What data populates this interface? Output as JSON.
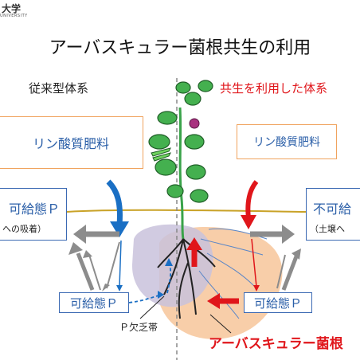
{
  "logo": {
    "text": "大学",
    "subtext": "UNIVERSITY"
  },
  "title": "アーバスキュラー菌根共生の利用",
  "left_panel": {
    "heading": "従来型体系",
    "fertilizer_box": "リン酸質肥料",
    "unavailable_p": "可給態Ｐ",
    "unavailable_p_note": "への吸着）",
    "available_p": "可給態Ｐ",
    "deficiency_zone": "Ｐ欠乏帯"
  },
  "right_panel": {
    "heading": "共生を利用した体系",
    "fertilizer_box": "リン酸質肥料",
    "unavailable_p": "不可給",
    "unavailable_p_note": "（土壌へ",
    "available_p": "可給態Ｐ",
    "amf_label": "アーバスキュラー菌根"
  },
  "colors": {
    "heading_right": "#e0161b",
    "box_text": "#2b5fa8",
    "box_border_orange": "#f0a35e",
    "box_border_blue": "#3b69b3",
    "arrow_blue": "#1a6fc4",
    "arrow_red": "#e0161b",
    "arrow_gray": "#8c8c8c",
    "soil_line": "#c9a227",
    "depletion_zone": "#c9c2dc",
    "mycorrhiza_zone": "#f7c9a0",
    "plant_leaf": "#3aa34a"
  }
}
